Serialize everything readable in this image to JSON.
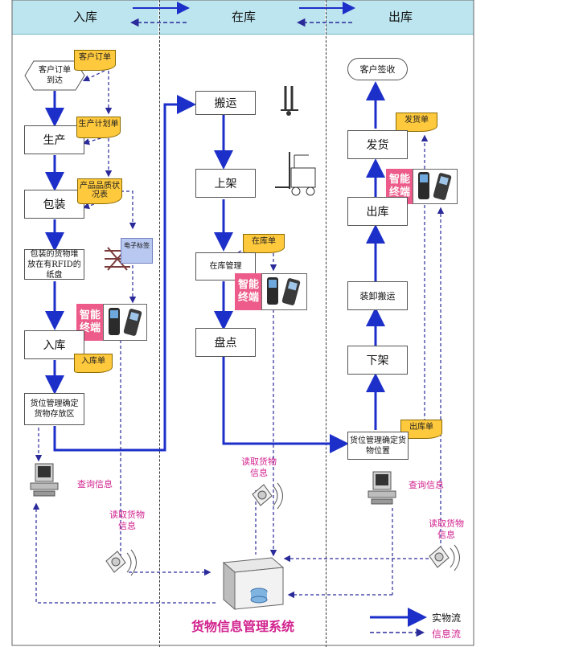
{
  "lanes": {
    "inbound": "入库",
    "storage": "在库",
    "outbound": "出库"
  },
  "inbound": {
    "order_arrive": "客户订单到达",
    "doc_customer_order": "客户订单",
    "produce": "生产",
    "doc_production_plan": "生产计划单",
    "pack": "包装",
    "doc_product_quality": "产品品质状况表",
    "pallet": "包装的货物堆放在有RFID的纸盘",
    "tag_label": "电子标签",
    "terminal": "智能终端",
    "stock_in": "入库",
    "doc_stock_in": "入库单",
    "locate": "货位管理确定货物存放区",
    "query": "查询信息",
    "read_info": "读取货物信息"
  },
  "storage": {
    "transport": "搬运",
    "shelve": "上架",
    "doc_inventory": "在库单",
    "management": "在库管理",
    "terminal": "智能终端",
    "count": "盘点",
    "read_info": "读取货物信息"
  },
  "outbound": {
    "sign": "客户签收",
    "doc_ship": "发货单",
    "ship": "发货",
    "terminal": "智能终端",
    "exit": "出库",
    "load": "装卸搬运",
    "unshelve": "下架",
    "doc_out": "出库单",
    "locate": "货位管理确定货物位置",
    "query": "查询信息",
    "read_info": "读取货物信息"
  },
  "system": "货物信息管理系统",
  "legend": {
    "physical": "实物流",
    "info": "信息流"
  },
  "colors": {
    "lane_header": "#bde5ef",
    "physical_flow": "#1d2fc9",
    "info_flow": "#2a2a9a",
    "document": "#ffc93d",
    "terminal": "#ec5b8a",
    "highlight_text": "#d2238f"
  }
}
